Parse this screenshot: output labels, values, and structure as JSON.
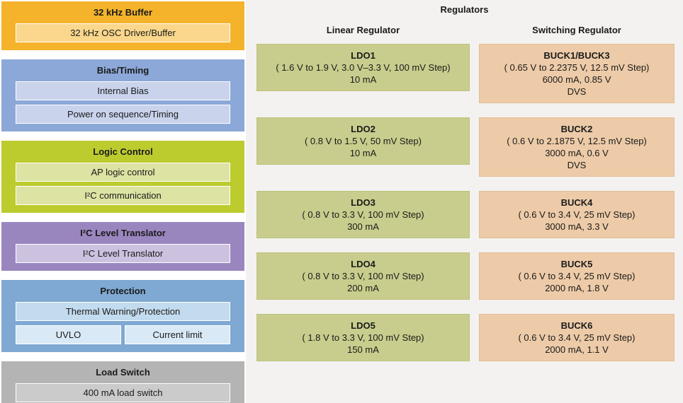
{
  "left_blocks": [
    {
      "title": "32 kHz Buffer",
      "rows": [
        [
          "32 kHz OSC Driver/Buffer"
        ]
      ],
      "outer_color": "#F4B32A",
      "cell_color": "#FAD78C"
    },
    {
      "title": "Bias/Timing",
      "rows": [
        [
          "Internal Bias"
        ],
        [
          "Power on sequence/Timing"
        ]
      ],
      "outer_color": "#8CA8D8",
      "cell_color": "#C9D3EC"
    },
    {
      "title": "Logic Control",
      "rows": [
        [
          "AP logic control"
        ],
        [
          "I²C communication"
        ]
      ],
      "outer_color": "#BCCB2E",
      "cell_color": "#DDE3A2"
    },
    {
      "title": "I²C Level Translator",
      "rows": [
        [
          "I²C Level Translator"
        ]
      ],
      "outer_color": "#9A86BF",
      "cell_color": "#CCC2E0"
    },
    {
      "title": "Protection",
      "rows": [
        [
          "Thermal Warning/Protection"
        ],
        [
          "UVLO",
          "Current limit"
        ]
      ],
      "outer_color": "#7FA8D2",
      "cell_color": "#C3DBEE",
      "split_cell_color": "#D9E9F6"
    },
    {
      "title": "Load Switch",
      "rows": [
        [
          "400 mA load switch"
        ]
      ],
      "outer_color": "#B4B4B4",
      "cell_color": "#CBCBCB"
    }
  ],
  "regulators": {
    "title": "Regulators",
    "columns": [
      {
        "header": "Linear Regulator",
        "card_color": "#C8CD8D",
        "cards": [
          {
            "title": "LDO1",
            "lines": [
              "( 1.6 V to 1.9 V, 3.0 V–3.3 V, 100 mV Step)",
              "10 mA"
            ]
          },
          {
            "title": "LDO2",
            "lines": [
              "( 0.8 V to 1.5 V, 50 mV Step)",
              "10 mA"
            ]
          },
          {
            "title": "LDO3",
            "lines": [
              "( 0.8 V to 3.3 V, 100 mV Step)",
              "300 mA"
            ]
          },
          {
            "title": "LDO4",
            "lines": [
              "( 0.8 V to 3.3 V, 100 mV Step)",
              "200 mA"
            ]
          },
          {
            "title": "LDO5",
            "lines": [
              "( 1.8 V to 3.3 V, 100 mV Step)",
              "150 mA"
            ]
          }
        ]
      },
      {
        "header": "Switching Regulator",
        "card_color": "#EDCBA8",
        "cards": [
          {
            "title": "BUCK1/BUCK3",
            "lines": [
              "( 0.65 V to 2.2375 V, 12.5 mV Step)",
              "6000 mA, 0.85 V",
              "DVS"
            ]
          },
          {
            "title": "BUCK2",
            "lines": [
              "( 0.6 V to 2.1875 V, 12.5 mV Step)",
              "3000 mA, 0.6 V",
              "DVS"
            ]
          },
          {
            "title": "BUCK4",
            "lines": [
              "( 0.6 V to 3.4 V, 25 mV Step)",
              "3000 mA, 3.3 V"
            ]
          },
          {
            "title": "BUCK5",
            "lines": [
              "( 0.6 V to 3.4 V, 25 mV Step)",
              "2000 mA, 1.8 V"
            ]
          },
          {
            "title": "BUCK6",
            "lines": [
              "( 0.6 V to 3.4 V, 25 mV Step)",
              "2000 mA, 1.1 V"
            ]
          }
        ]
      }
    ]
  },
  "colors": {
    "panel_background": "#F3F2F0",
    "page_background": "#FFFFFF"
  }
}
